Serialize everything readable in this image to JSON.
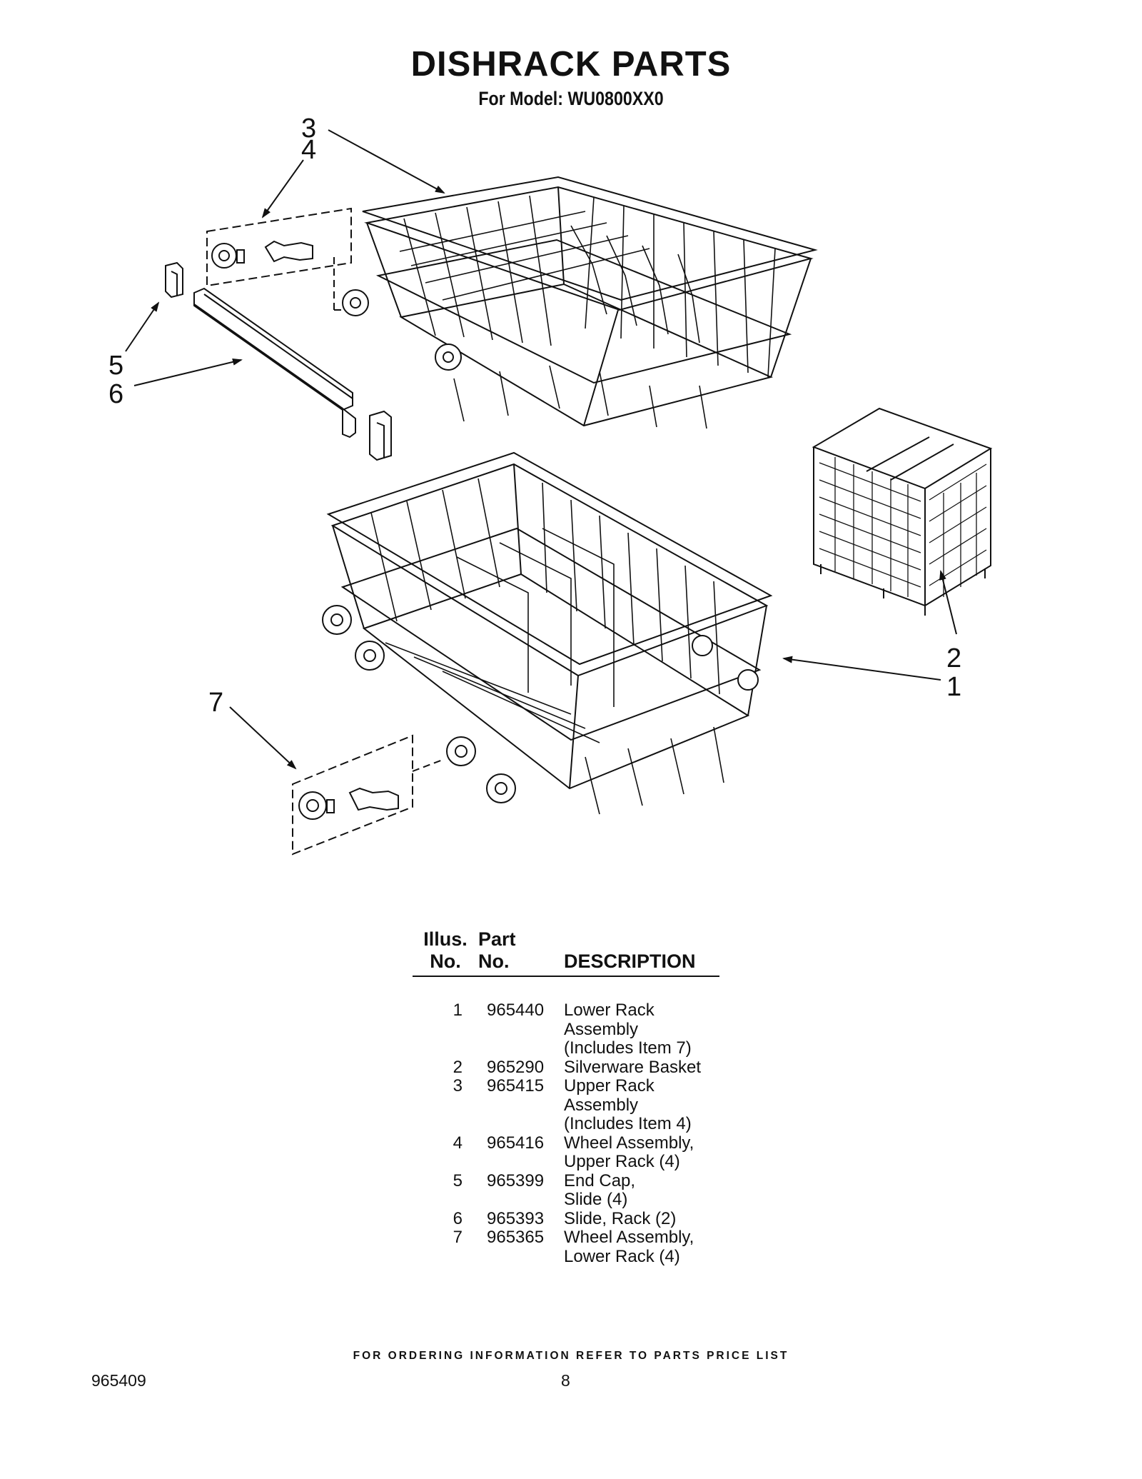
{
  "page": {
    "title": "DISHRACK PARTS",
    "subtitle": "For Model: WU0800XX0"
  },
  "diagram": {
    "callouts": [
      "3",
      "4",
      "5",
      "6",
      "2",
      "1",
      "7"
    ]
  },
  "parts_table": {
    "headers": {
      "illus_line1": "Illus.",
      "illus_line2": "No.",
      "part_line1": "Part",
      "part_line2": "No.",
      "description": "DESCRIPTION"
    },
    "rows": [
      {
        "illus": "1",
        "part": "965440",
        "desc": [
          "Lower Rack",
          "Assembly",
          "(Includes Item 7)"
        ]
      },
      {
        "illus": "2",
        "part": "965290",
        "desc": [
          "Silverware Basket"
        ]
      },
      {
        "illus": "3",
        "part": "965415",
        "desc": [
          "Upper Rack",
          "Assembly",
          "(Includes Item 4)"
        ]
      },
      {
        "illus": "4",
        "part": "965416",
        "desc": [
          "Wheel Assembly,",
          "Upper Rack (4)"
        ]
      },
      {
        "illus": "5",
        "part": "965399",
        "desc": [
          "End Cap,",
          "Slide (4)"
        ]
      },
      {
        "illus": "6",
        "part": "965393",
        "desc": [
          "Slide, Rack (2)"
        ]
      },
      {
        "illus": "7",
        "part": "965365",
        "desc": [
          "Wheel Assembly,",
          "Lower Rack (4)"
        ]
      }
    ]
  },
  "footer": {
    "note": "FOR ORDERING INFORMATION REFER TO PARTS PRICE LIST",
    "doc_number": "965409",
    "page_number": "8"
  }
}
